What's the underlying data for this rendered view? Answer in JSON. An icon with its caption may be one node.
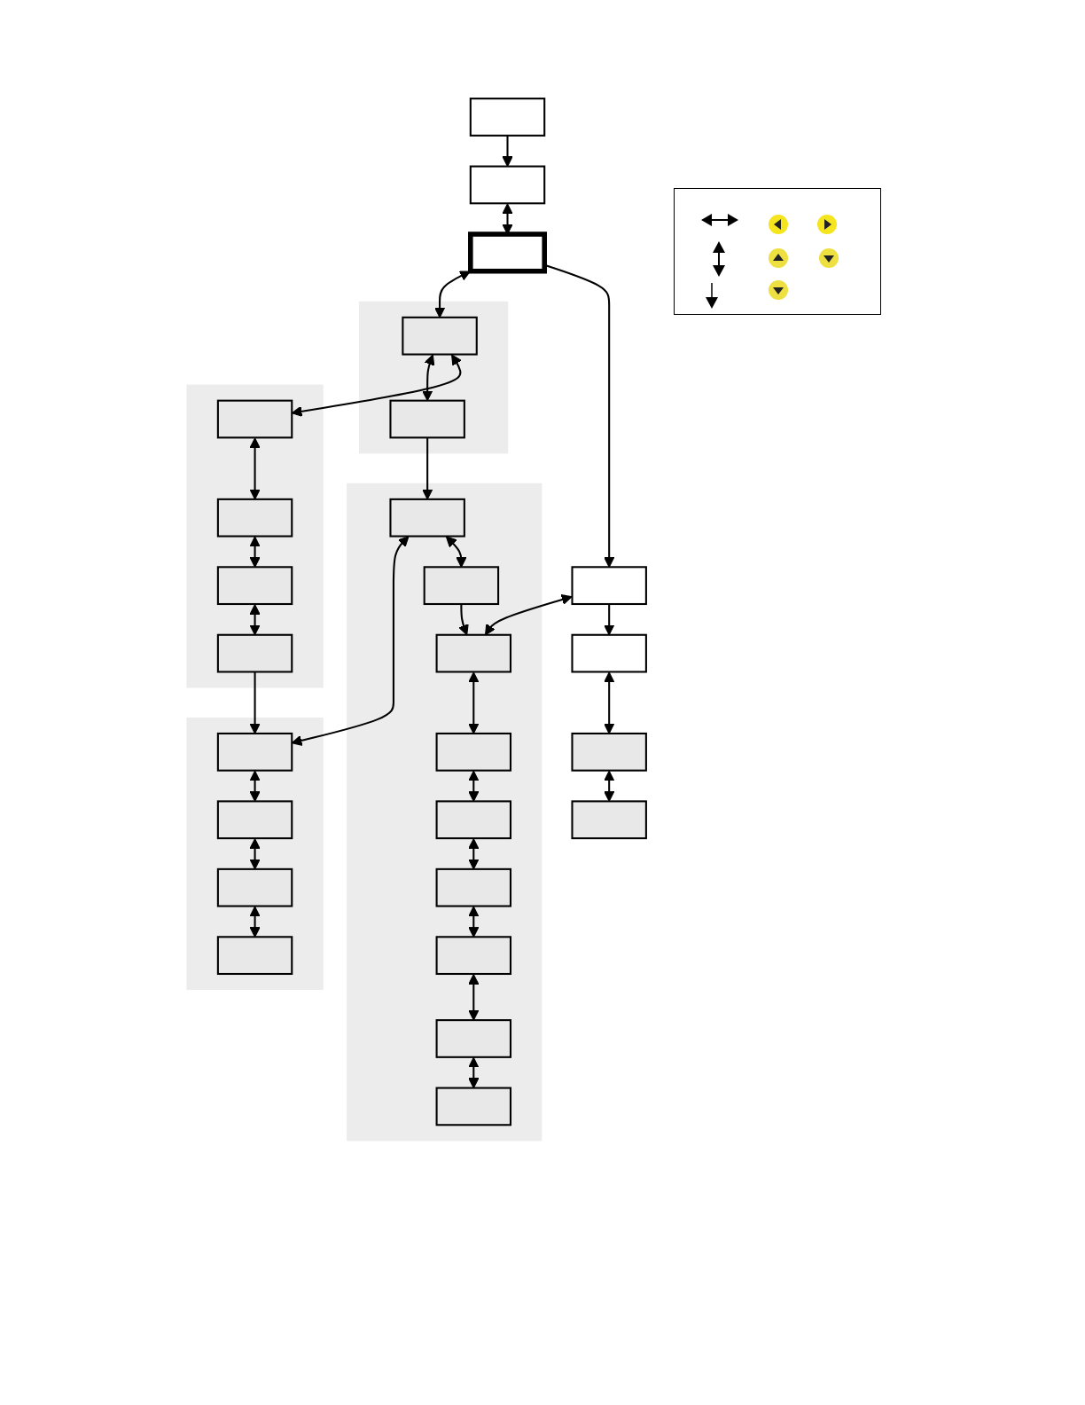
{
  "diagram": {
    "nodes": [
      {
        "text": [],
        "shape": "box"
      },
      {
        "text": [],
        "shape": "box"
      },
      {
        "text": [],
        "shape": "box"
      },
      {
        "text": [],
        "shape": "band"
      },
      {
        "text": [],
        "shape": "box",
        "in": 3
      },
      {
        "text": [],
        "shape": "box",
        "in": 3
      },
      {
        "text": [],
        "shape": "band"
      },
      {
        "text": [],
        "shape": "box",
        "in": 6
      },
      {
        "text": [],
        "shape": "box",
        "in": 6
      },
      {
        "text": [],
        "shape": "box",
        "in": 6
      },
      {
        "text": [],
        "shape": "box",
        "in": 6
      },
      {
        "text": [],
        "shape": "band"
      },
      {
        "text": [],
        "shape": "box",
        "in": 11
      },
      {
        "text": [],
        "shape": "box",
        "in": 11
      },
      {
        "text": [],
        "shape": "box",
        "in": 11
      },
      {
        "text": [],
        "shape": "box",
        "in": 11
      },
      {
        "text": [],
        "shape": "band"
      },
      {
        "text": [],
        "shape": "box",
        "in": 16
      },
      {
        "text": [],
        "shape": "box",
        "in": 16
      },
      {
        "text": [],
        "shape": "box",
        "in": 16
      },
      {
        "text": [],
        "shape": "box",
        "in": 16
      },
      {
        "text": [],
        "shape": "box",
        "in": 16
      },
      {
        "text": [],
        "shape": "box",
        "in": 16
      },
      {
        "text": [],
        "shape": "box",
        "in": 16
      },
      {
        "text": [],
        "shape": "box",
        "in": 16
      },
      {
        "text": [],
        "shape": "box",
        "in": 16
      },
      {
        "text": [],
        "shape": "box"
      },
      {
        "text": [],
        "shape": "box"
      },
      {
        "text": [],
        "shape": "box"
      },
      {
        "text": [],
        "shape": "box"
      }
    ],
    "edges": [
      {
        "from": 0,
        "to": 1,
        "arrow": "to"
      },
      {
        "from": 1,
        "to": 2,
        "arrow": "both"
      },
      {
        "from": 2,
        "to": 4,
        "arrow": "both"
      },
      {
        "from": 4,
        "to": 5,
        "arrow": "both"
      },
      {
        "from": 4,
        "to": 7,
        "arrow": "both"
      },
      {
        "from": 7,
        "to": 8,
        "arrow": "both"
      },
      {
        "from": 8,
        "to": 9,
        "arrow": "both"
      },
      {
        "from": 9,
        "to": 10,
        "arrow": "both"
      },
      {
        "from": 10,
        "to": 12,
        "arrow": "to"
      },
      {
        "from": 12,
        "to": 13,
        "arrow": "both"
      },
      {
        "from": 13,
        "to": 14,
        "arrow": "both"
      },
      {
        "from": 14,
        "to": 15,
        "arrow": "both"
      },
      {
        "from": 5,
        "to": 17,
        "arrow": "to"
      },
      {
        "from": 17,
        "to": 12,
        "arrow": "both"
      },
      {
        "from": 17,
        "to": 18,
        "arrow": "both"
      },
      {
        "from": 18,
        "to": 19,
        "arrow": "to"
      },
      {
        "from": 2,
        "to": 26,
        "arrow": "to"
      },
      {
        "from": 26,
        "to": 19,
        "arrow": "both"
      },
      {
        "from": 19,
        "to": 20,
        "arrow": "both"
      },
      {
        "from": 20,
        "to": 21,
        "arrow": "both"
      },
      {
        "from": 21,
        "to": 22,
        "arrow": "both"
      },
      {
        "from": 22,
        "to": 23,
        "arrow": "both"
      },
      {
        "from": 23,
        "to": 24,
        "arrow": "both"
      },
      {
        "from": 24,
        "to": 25,
        "arrow": "both"
      },
      {
        "from": 26,
        "to": 27,
        "arrow": "to"
      },
      {
        "from": 27,
        "to": 28,
        "arrow": "both"
      },
      {
        "from": 28,
        "to": 29,
        "arrow": "both"
      }
    ]
  }
}
